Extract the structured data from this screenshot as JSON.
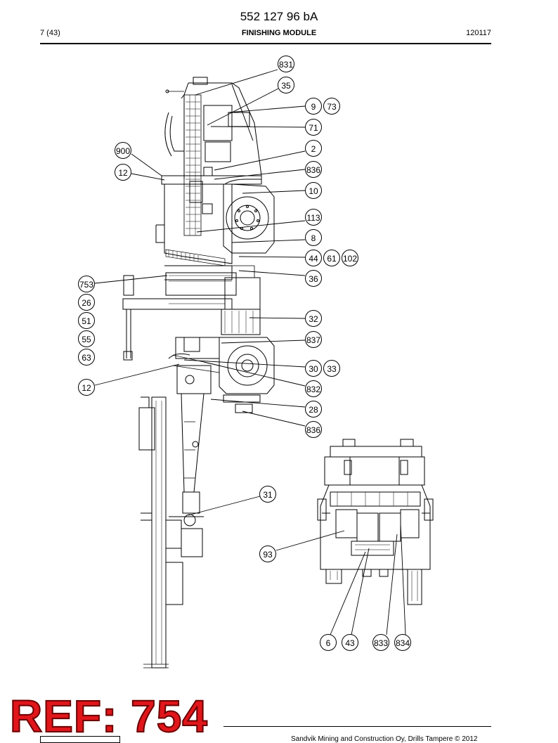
{
  "header": {
    "doc_number": "552 127 96 bA",
    "page": "7 (43)",
    "title": "FINISHING MODULE",
    "date_code": "120117"
  },
  "watermark": "REF: 754",
  "footer": {
    "copyright": "Sandvik Mining and Construction Oy, Drills Tampere © 2012"
  },
  "callouts": {
    "c831": "831",
    "c35": "35",
    "c9": "9",
    "c73": "73",
    "c71": "71",
    "c900": "900",
    "c2": "2",
    "c12a": "12",
    "c836a": "836",
    "c10": "10",
    "c113": "113",
    "c8": "8",
    "c44": "44",
    "c61": "61",
    "c102": "102",
    "c753": "753",
    "c36": "36",
    "c26": "26",
    "c51": "51",
    "c32": "32",
    "c55": "55",
    "c837": "837",
    "c63": "63",
    "c30": "30",
    "c33": "33",
    "c12b": "12",
    "c832": "832",
    "c28": "28",
    "c836b": "836",
    "c31": "31",
    "c93": "93",
    "c6": "6",
    "c43": "43",
    "c833": "833",
    "c834": "834"
  }
}
